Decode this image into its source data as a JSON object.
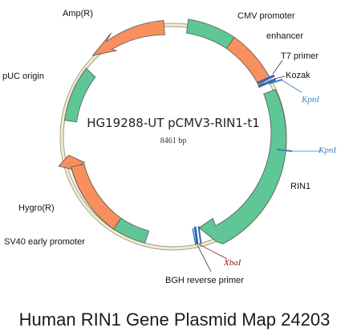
{
  "plasmid": {
    "name": "HG19288-UT pCMV3-RIN1-t1",
    "length": "8461 bp",
    "backbone_color": "#f4ecc4",
    "features": [
      {
        "id": "cmv-promoter",
        "label": "CMV promoter",
        "color": "#5fc796"
      },
      {
        "id": "enhancer",
        "label": "enhancer",
        "color": "#f7905e"
      },
      {
        "id": "t7-primer",
        "label": "T7 primer",
        "color": "#3465b2"
      },
      {
        "id": "kozak",
        "label": "Kozak",
        "color": "#3465b2"
      },
      {
        "id": "rin1",
        "label": "RIN1",
        "color": "#5fc796"
      },
      {
        "id": "bgh-reverse-primer",
        "label": "BGH reverse primer",
        "color": "#3465b2"
      },
      {
        "id": "sv40-early-promoter",
        "label": "SV40 early promoter",
        "color": "#5fc796"
      },
      {
        "id": "hygro-r",
        "label": "Hygro(R)",
        "color": "#f7905e"
      },
      {
        "id": "puc-origin",
        "label": "pUC origin",
        "color": "#5fc796"
      },
      {
        "id": "amp-r",
        "label": "Amp(R)",
        "color": "#f7905e"
      }
    ],
    "restriction_sites": [
      {
        "id": "kpni-1",
        "label": "KpnI",
        "color": "#3a7fc4"
      },
      {
        "id": "kpni-2",
        "label": "KpnI",
        "color": "#3a7fc4"
      },
      {
        "id": "xbai",
        "label": "XbaI",
        "color": "#8b1a1a"
      }
    ]
  },
  "caption": "Human RIN1 Gene Plasmid Map 24203"
}
